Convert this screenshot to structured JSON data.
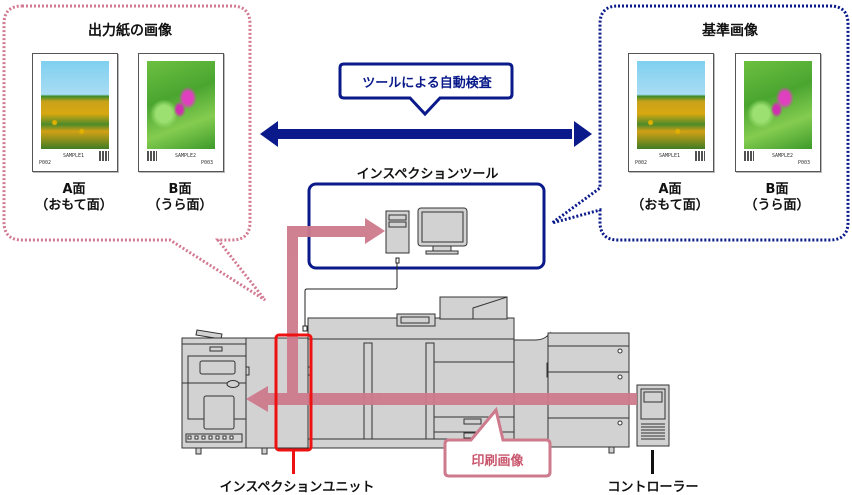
{
  "output_images": {
    "title": "出力紙の画像",
    "pages": [
      {
        "side_label": "A面",
        "side_sub": "（おもて面）",
        "sample": "SAMPLE1",
        "page_no": "P002",
        "picture": "sunflower-field"
      },
      {
        "side_label": "B面",
        "side_sub": "（うら面）",
        "sample": "SAMPLE2",
        "page_no": "P003",
        "picture": "pink-flower"
      }
    ]
  },
  "reference_images": {
    "title": "基準画像",
    "pages": [
      {
        "side_label": "A面",
        "side_sub": "（おもて面）",
        "sample": "SAMPLE1",
        "page_no": "P002",
        "picture": "sunflower-field"
      },
      {
        "side_label": "B面",
        "side_sub": "（うら面）",
        "sample": "SAMPLE2",
        "page_no": "P003",
        "picture": "pink-flower"
      }
    ]
  },
  "comparison": {
    "label": "ツールによる自動検査",
    "arrow": "double-headed-arrow"
  },
  "inspection_tool": {
    "label": "インスペクションツール",
    "devices": [
      "pc-tower",
      "monitor"
    ]
  },
  "printer": {
    "inspection_unit_label": "インスペクションユニット",
    "controller_label": "コントローラー",
    "print_image_label": "印刷画像"
  },
  "colors": {
    "output_border": "#d27a92",
    "reference_border": "#0a1a8a",
    "flow_arrow": "#cd7a8c",
    "highlight": "#ee1111",
    "tool_border": "#0a1a8a",
    "machine_fill": "#d2d2d2"
  }
}
